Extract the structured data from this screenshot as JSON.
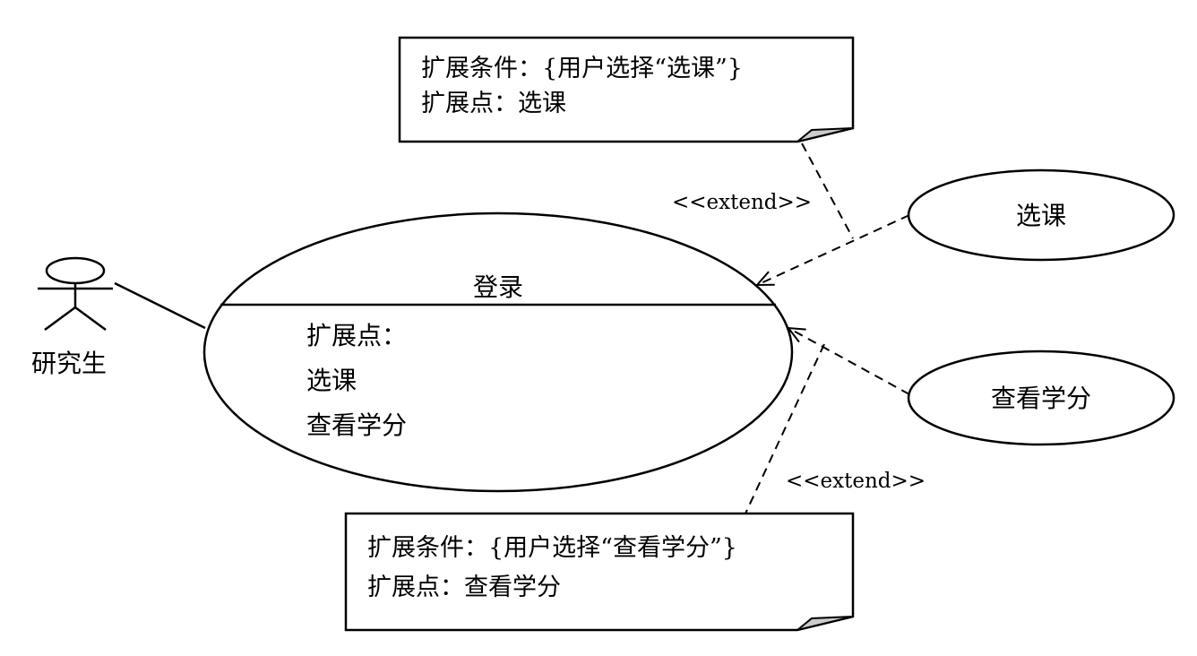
{
  "actor": {
    "name": "研究生"
  },
  "base_use_case": {
    "name": "登录",
    "extension_points_label": "扩展点：",
    "extension_points": [
      "选课",
      "查看学分"
    ]
  },
  "extending_use_cases": [
    {
      "name": "选课"
    },
    {
      "name": "查看学分"
    }
  ],
  "relations": {
    "extend_label_1": "<<extend>>",
    "extend_label_2": "<<extend>>"
  },
  "notes": [
    {
      "condition": "扩展条件：{用户选择“选课”}",
      "point": "扩展点：选课"
    },
    {
      "condition": "扩展条件：{用户选择“查看学分”}",
      "point": "扩展点：查看学分"
    }
  ],
  "colors": {
    "line": "#000000",
    "fold": "#cccccc"
  }
}
